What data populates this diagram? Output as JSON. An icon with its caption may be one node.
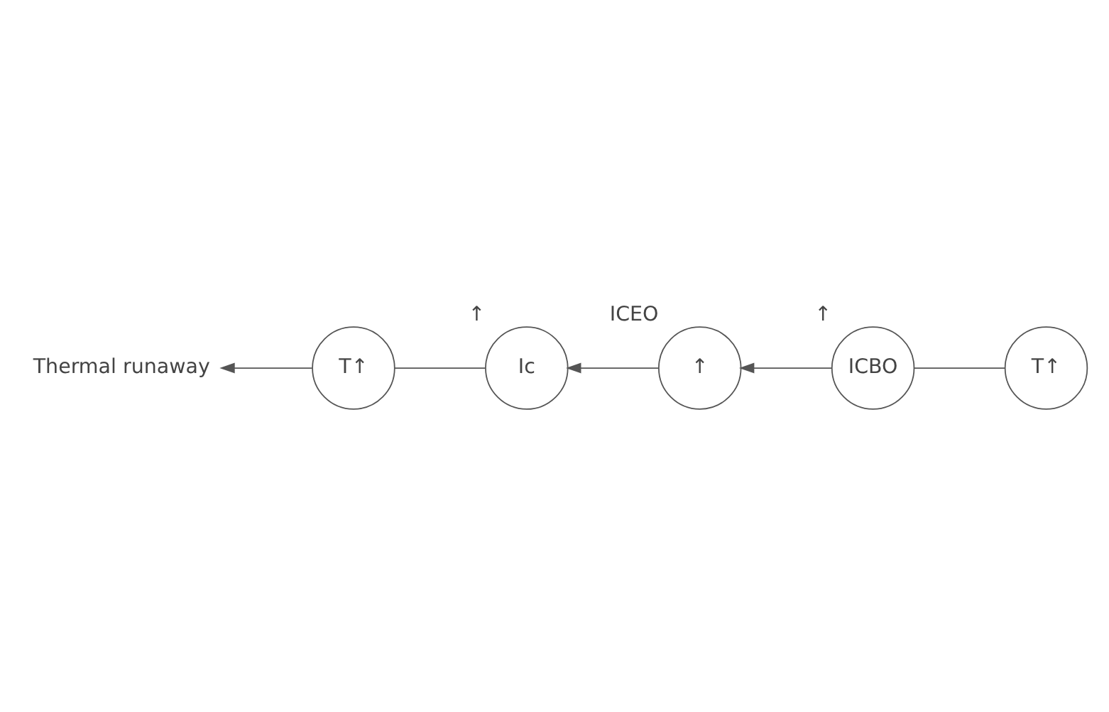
{
  "diagram": {
    "nodes": [
      {
        "text": [
          "Thermal runaway"
        ]
      },
      {
        "text": [
          "T↑"
        ]
      },
      {
        "text": [
          "T↑"
        ]
      },
      {
        "text": [
          "ICBO"
        ],
        "beside": [
          "↑"
        ]
      },
      {
        "text": [
          "↑"
        ],
        "beside": [
          "ICEO"
        ]
      },
      {
        "text": [
          "Ic"
        ],
        "beside": [
          "↑"
        ]
      }
    ],
    "edges": [
      {
        "from": 1,
        "to": 0,
        "arrow": "to"
      },
      {
        "from": 2,
        "to": 3,
        "arrow": "none"
      },
      {
        "from": 3,
        "to": 4,
        "arrow": "to"
      },
      {
        "from": 4,
        "to": 5,
        "arrow": "to"
      },
      {
        "from": 5,
        "to": 1,
        "arrow": "none"
      }
    ]
  }
}
